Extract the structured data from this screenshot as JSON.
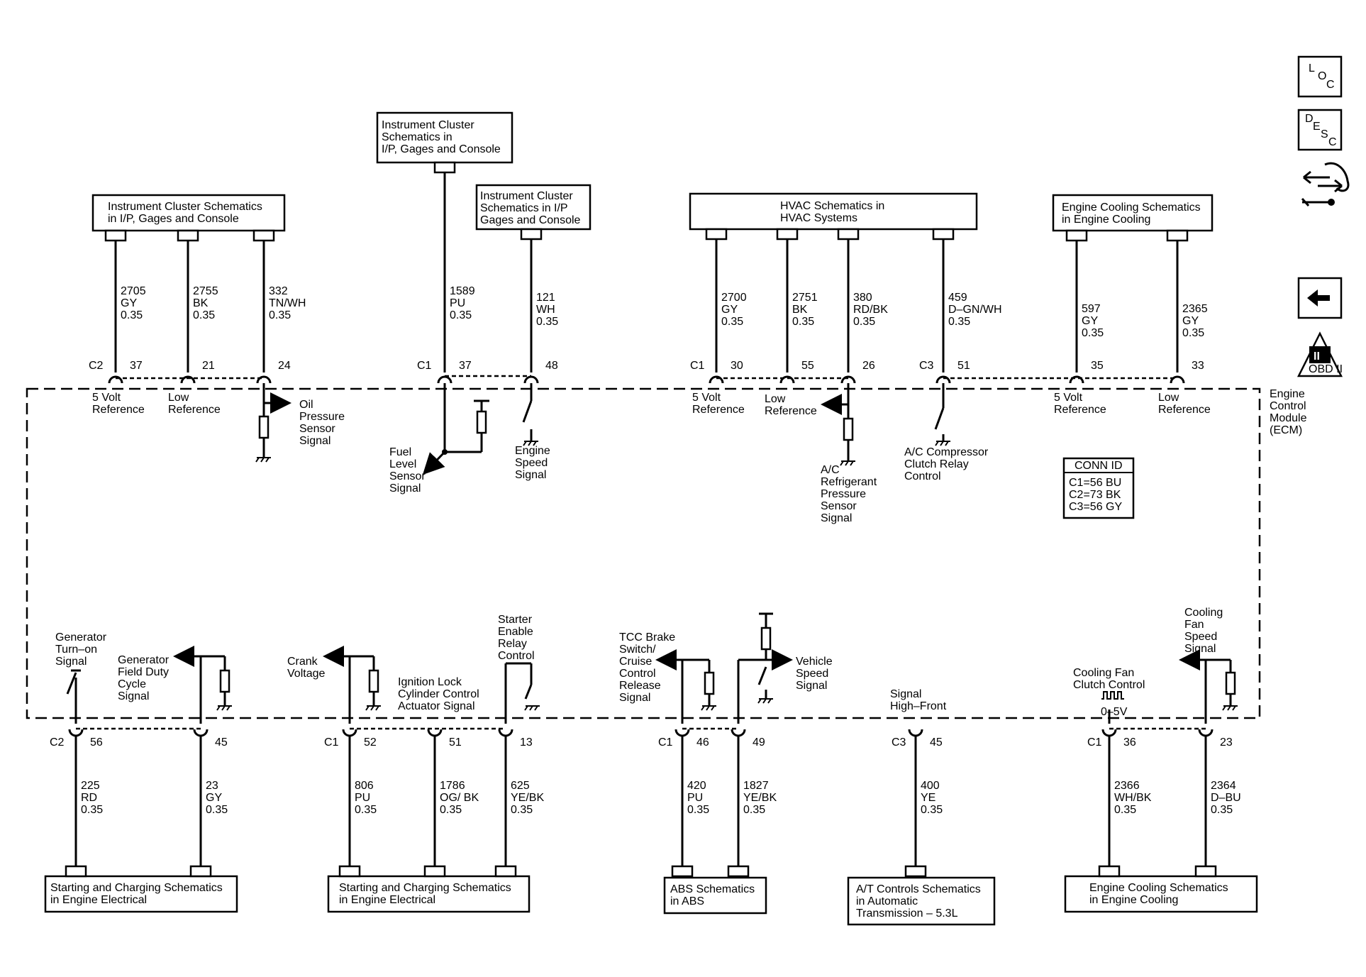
{
  "module": {
    "label_lines": [
      "Engine",
      "Control",
      "Module",
      "(ECM)"
    ]
  },
  "conn_id": {
    "title": "CONN ID",
    "lines": [
      "C1=56 BU",
      "C2=73 BK",
      "C3=56 GY"
    ]
  },
  "nav": {
    "loc_letters": [
      "L",
      "O",
      "C"
    ],
    "desc_letters": [
      "D",
      "E",
      "S",
      "C"
    ],
    "obd_numeral": "II",
    "obd_label": "OBD II"
  },
  "top_boxes": [
    {
      "lines": [
        "Instrument Cluster Schematics",
        "in I/P, Gages and Console"
      ]
    },
    {
      "lines": [
        "Instrument Cluster",
        "Schematics in",
        "I/P, Gages and Console"
      ]
    },
    {
      "lines": [
        "Instrument Cluster",
        "Schematics in I/P",
        "Gages and Console"
      ]
    },
    {
      "lines": [
        "HVAC Schematics in",
        "HVAC Systems"
      ]
    },
    {
      "lines": [
        "Engine Cooling Schematics",
        "in Engine Cooling"
      ]
    }
  ],
  "bottom_boxes": [
    {
      "lines": [
        "Starting and Charging Schematics",
        "in Engine Electrical"
      ]
    },
    {
      "lines": [
        "Starting and Charging Schematics",
        "in Engine Electrical"
      ]
    },
    {
      "lines": [
        "ABS Schematics",
        "in ABS"
      ]
    },
    {
      "lines": [
        "A/T Controls Schematics",
        "in Automatic",
        "Transmission – 5.3L"
      ]
    },
    {
      "lines": [
        "Engine Cooling Schematics",
        "in Engine Cooling"
      ]
    }
  ],
  "connector_labels": {
    "top": [
      "C2",
      "C1",
      "C1",
      "C3"
    ],
    "bottom": [
      "C2",
      "C1",
      "C1",
      "C3",
      "C1"
    ]
  },
  "top_wires": [
    {
      "circuit": "2705",
      "color": "GY",
      "gauge": "0.35",
      "pin": "37",
      "label_lines": [
        "5 Volt",
        "Reference"
      ]
    },
    {
      "circuit": "2755",
      "color": "BK",
      "gauge": "0.35",
      "pin": "21",
      "label_lines": [
        "Low",
        "Reference"
      ]
    },
    {
      "circuit": "332",
      "color": "TN/WH",
      "gauge": "0.35",
      "pin": "24",
      "label_lines": [
        "Oil",
        "Pressure",
        "Sensor",
        "Signal"
      ]
    },
    {
      "circuit": "1589",
      "color": "PU",
      "gauge": "0.35",
      "pin": "37",
      "label_lines": [
        "Fuel",
        "Level",
        "Sensor",
        "Signal"
      ]
    },
    {
      "circuit": "121",
      "color": "WH",
      "gauge": "0.35",
      "pin": "48",
      "label_lines": [
        "Engine",
        "Speed",
        "Signal"
      ]
    },
    {
      "circuit": "2700",
      "color": "GY",
      "gauge": "0.35",
      "pin": "30",
      "label_lines": [
        "5 Volt",
        "Reference"
      ]
    },
    {
      "circuit": "2751",
      "color": "BK",
      "gauge": "0.35",
      "pin": "55",
      "label_lines": [
        "Low",
        "Reference"
      ]
    },
    {
      "circuit": "380",
      "color": "RD/BK",
      "gauge": "0.35",
      "pin": "26",
      "label_lines": [
        "A/C",
        "Refrigerant",
        "Pressure",
        "Sensor",
        "Signal"
      ]
    },
    {
      "circuit": "459",
      "color": "D–GN/WH",
      "gauge": "0.35",
      "pin": "51",
      "label_lines": [
        "A/C Compressor",
        "Clutch Relay",
        "Control"
      ]
    },
    {
      "circuit": "597",
      "color": "GY",
      "gauge": "0.35",
      "pin": "35",
      "label_lines": [
        "5 Volt",
        "Reference"
      ]
    },
    {
      "circuit": "2365",
      "color": "GY",
      "gauge": "0.35",
      "pin": "33",
      "label_lines": [
        "Low",
        "Reference"
      ]
    }
  ],
  "bottom_wires": [
    {
      "circuit": "225",
      "color": "RD",
      "gauge": "0.35",
      "pin": "56",
      "label_lines": [
        "Generator",
        "Turn–on",
        "Signal"
      ]
    },
    {
      "circuit": "23",
      "color": "GY",
      "gauge": "0.35",
      "pin": "45",
      "label_lines": [
        "Generator",
        "Field Duty",
        "Cycle",
        "Signal"
      ]
    },
    {
      "circuit": "806",
      "color": "PU",
      "gauge": "0.35",
      "pin": "52",
      "label_lines": [
        "Crank",
        "Voltage"
      ]
    },
    {
      "circuit": "1786",
      "color": "OG/ BK",
      "gauge": "0.35",
      "pin": "51",
      "label_lines": [
        "Ignition Lock",
        "Cylinder Control",
        "Actuator Signal"
      ]
    },
    {
      "circuit": "625",
      "color": "YE/BK",
      "gauge": "0.35",
      "pin": "13",
      "label_lines": [
        "Starter",
        "Enable",
        "Relay",
        "Control"
      ]
    },
    {
      "circuit": "420",
      "color": "PU",
      "gauge": "0.35",
      "pin": "46",
      "label_lines": [
        "TCC Brake",
        "Switch/",
        "Cruise",
        "Control",
        "Release",
        "Signal"
      ]
    },
    {
      "circuit": "1827",
      "color": "YE/BK",
      "gauge": "0.35",
      "pin": "49",
      "label_lines": [
        "Vehicle",
        "Speed",
        "Signal"
      ]
    },
    {
      "circuit": "400",
      "color": "YE",
      "gauge": "0.35",
      "pin": "45",
      "label_lines": [
        "Signal",
        "High–Front"
      ]
    },
    {
      "circuit": "2366",
      "color": "WH/BK",
      "gauge": "0.35",
      "pin": "36",
      "label_lines": [
        "Cooling Fan",
        "Clutch Control"
      ],
      "extra": "0–5V"
    },
    {
      "circuit": "2364",
      "color": "D–BU",
      "gauge": "0.35",
      "pin": "23",
      "label_lines": [
        "Cooling",
        "Fan",
        "Speed",
        "Signal"
      ]
    }
  ]
}
